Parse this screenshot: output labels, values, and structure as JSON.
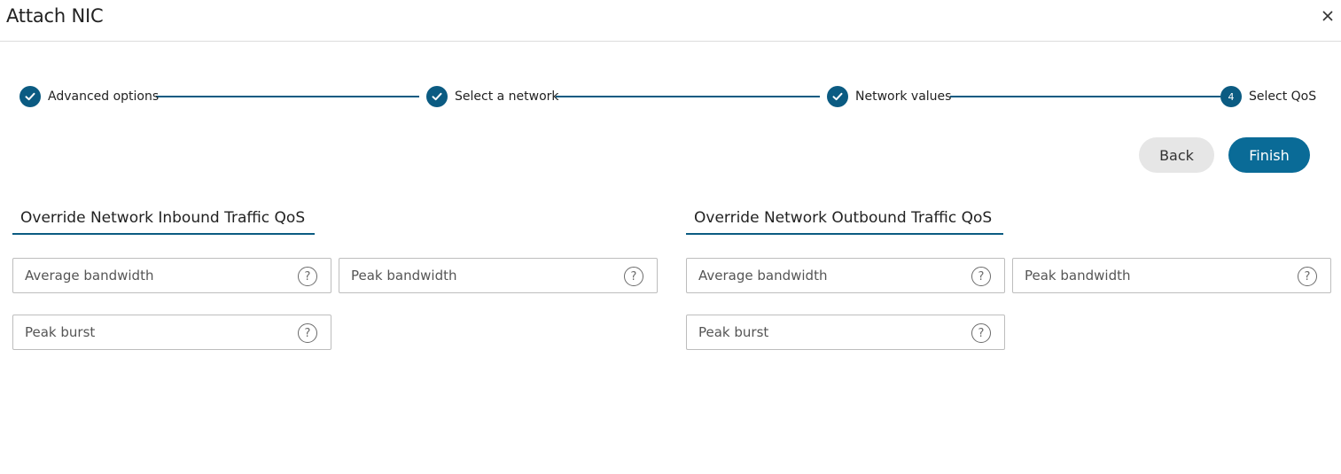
{
  "dialog": {
    "title": "Attach NIC",
    "close_icon": "close-icon"
  },
  "stepper": {
    "steps": [
      {
        "label": "Advanced options",
        "state": "completed",
        "icon": "check-icon"
      },
      {
        "label": "Select a network",
        "state": "completed",
        "icon": "check-icon"
      },
      {
        "label": "Network values",
        "state": "completed",
        "icon": "check-icon"
      },
      {
        "label": "Select QoS",
        "state": "active",
        "number": "4"
      }
    ],
    "accent_color": "#0b5b82"
  },
  "actions": {
    "back_label": "Back",
    "finish_label": "Finish",
    "finish_color": "#0a6b97"
  },
  "inbound": {
    "title": "Override Network Inbound Traffic QoS",
    "average_bandwidth": {
      "placeholder": "Average bandwidth",
      "value": ""
    },
    "peak_bandwidth": {
      "placeholder": "Peak bandwidth",
      "value": ""
    },
    "peak_burst": {
      "placeholder": "Peak burst",
      "value": ""
    }
  },
  "outbound": {
    "title": "Override Network Outbound Traffic QoS",
    "average_bandwidth": {
      "placeholder": "Average bandwidth",
      "value": ""
    },
    "peak_bandwidth": {
      "placeholder": "Peak bandwidth",
      "value": ""
    },
    "peak_burst": {
      "placeholder": "Peak burst",
      "value": ""
    }
  },
  "help_glyph": "?"
}
